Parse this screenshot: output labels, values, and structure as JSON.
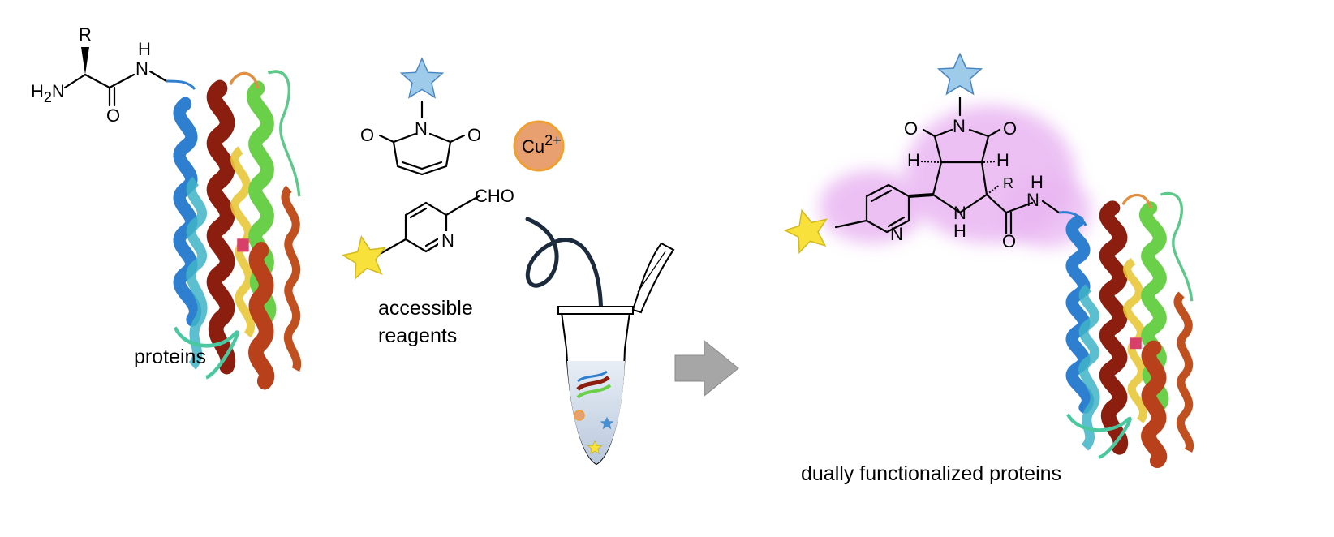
{
  "captions": {
    "proteins": "proteins",
    "reagents_line1": "accessible",
    "reagents_line2": "reagents",
    "product": "dually functionalized proteins"
  },
  "atoms": {
    "R": "R",
    "H": "H",
    "N": "N",
    "O": "O",
    "H2N_main": "H",
    "H2N_sub": "2",
    "H2N_end": "N",
    "CHO": "CHO",
    "NH": "NH"
  },
  "copper": {
    "symbol": "Cu",
    "charge": "2+"
  },
  "colors": {
    "blue_star": "#9ecbea",
    "yellow_star": "#f7e13a",
    "copper_fill": "#e9a070",
    "copper_ring": "#f0a030",
    "highlight": "#e9b6f2",
    "arrow": "#a6a6a6",
    "helix_blue": "#2f7fd0",
    "helix_cyan": "#3fb4c8",
    "helix_brown": "#8b1e0e",
    "helix_red": "#b8401a",
    "helix_green": "#6ad04a",
    "helix_yellow": "#e8c83a",
    "loop_teal": "#4ac8a0",
    "loop_orange": "#e09040"
  },
  "icons": {
    "reagent_star_blue": "star-icon",
    "reagent_star_yellow": "star-icon",
    "tube": "eppendorf-tube-icon",
    "arrow": "right-arrow-icon"
  }
}
